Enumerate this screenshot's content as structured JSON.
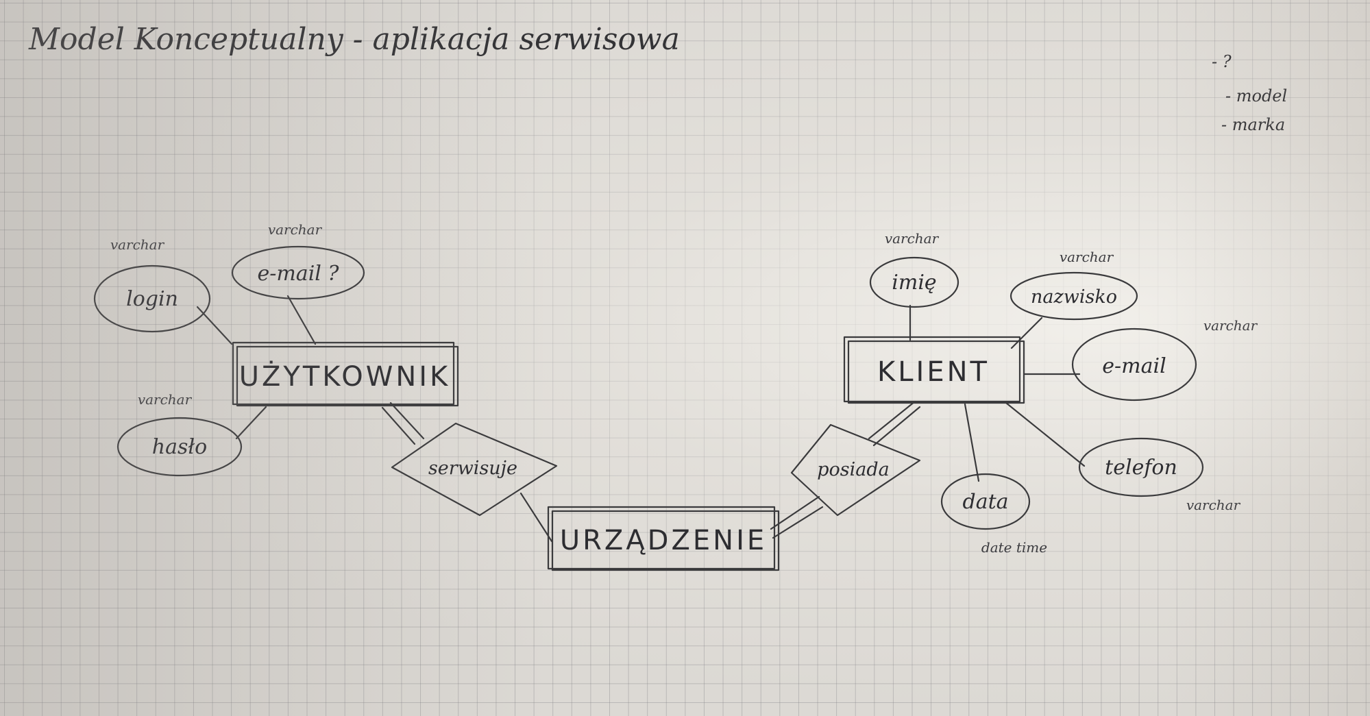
{
  "title": "Model Konceptualny - aplikacja serwisowa",
  "notes": [
    "- ?",
    "- model",
    "- marka"
  ],
  "entities": {
    "uzytkownik": "UŻYTKOWNIK",
    "klient": "KLIENT",
    "urzadzenie": "URZĄDZENIE"
  },
  "relations": {
    "serwisuje": "serwisuje",
    "posiada": "posiada"
  },
  "attributes": {
    "login": {
      "name": "login",
      "type": "varchar"
    },
    "email_user": {
      "name": "e-mail ?",
      "type": "varchar"
    },
    "haslo": {
      "name": "hasło",
      "type": "varchar"
    },
    "imie": {
      "name": "imię",
      "type": "varchar"
    },
    "nazwisko": {
      "name": "nazwisko",
      "type": "varchar"
    },
    "email_client": {
      "name": "e-mail",
      "type": "varchar"
    },
    "telefon": {
      "name": "telefon",
      "type": "varchar"
    },
    "data": {
      "name": "data",
      "type": "date time"
    }
  },
  "ink_color": "#3a3a3c",
  "paper_color": "#dcd9d4"
}
